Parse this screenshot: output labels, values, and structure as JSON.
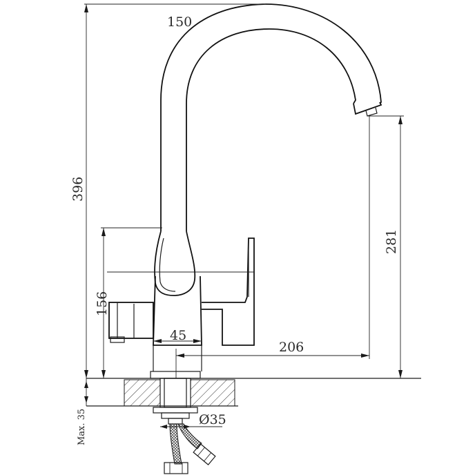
{
  "dimensions": {
    "spout_reach": "150",
    "total_height": "396",
    "spout_height": "281",
    "body_height": "156",
    "body_width": "45",
    "spout_projection": "206",
    "hole_diameter": "Ø35",
    "max_thickness": "Max. 35"
  }
}
